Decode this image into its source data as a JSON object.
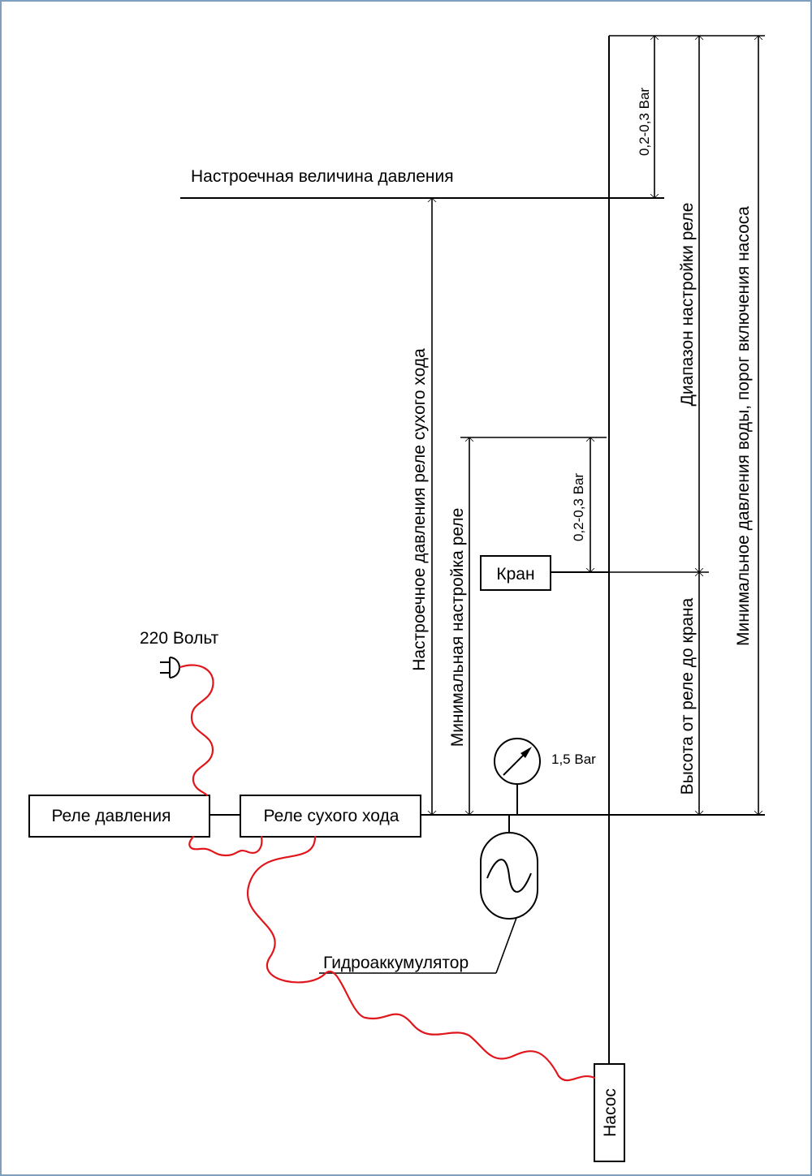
{
  "labels": {
    "set_pressure": "Настроечная величина давления",
    "dry_run_setting": "Настроечное давления реле сухого хода",
    "min_relay_setting": "Минимальная настройка реле",
    "delta_top": "0,2-0,3 Bar",
    "delta_mid": "0,2-0,3 Bar",
    "relay_range": "Диапазон настройки реле",
    "min_water_pressure": "Минимальное давления воды, порог включения насоса",
    "height_to_tap": "Высота от реле до крана",
    "gauge_value": "1,5 Bar",
    "voltage": "220 Вольт",
    "tap": "Кран",
    "pressure_relay": "Реле давления",
    "dry_run_relay": "Реле сухого хода",
    "accumulator": "Гидроаккумулятор",
    "pump": "Насос"
  },
  "colors": {
    "lines": "#000000",
    "wires": "#e0161c",
    "frame": "#7f9fc0"
  },
  "icons": [
    "plug-icon",
    "pressure-gauge-icon",
    "accumulator-icon"
  ]
}
